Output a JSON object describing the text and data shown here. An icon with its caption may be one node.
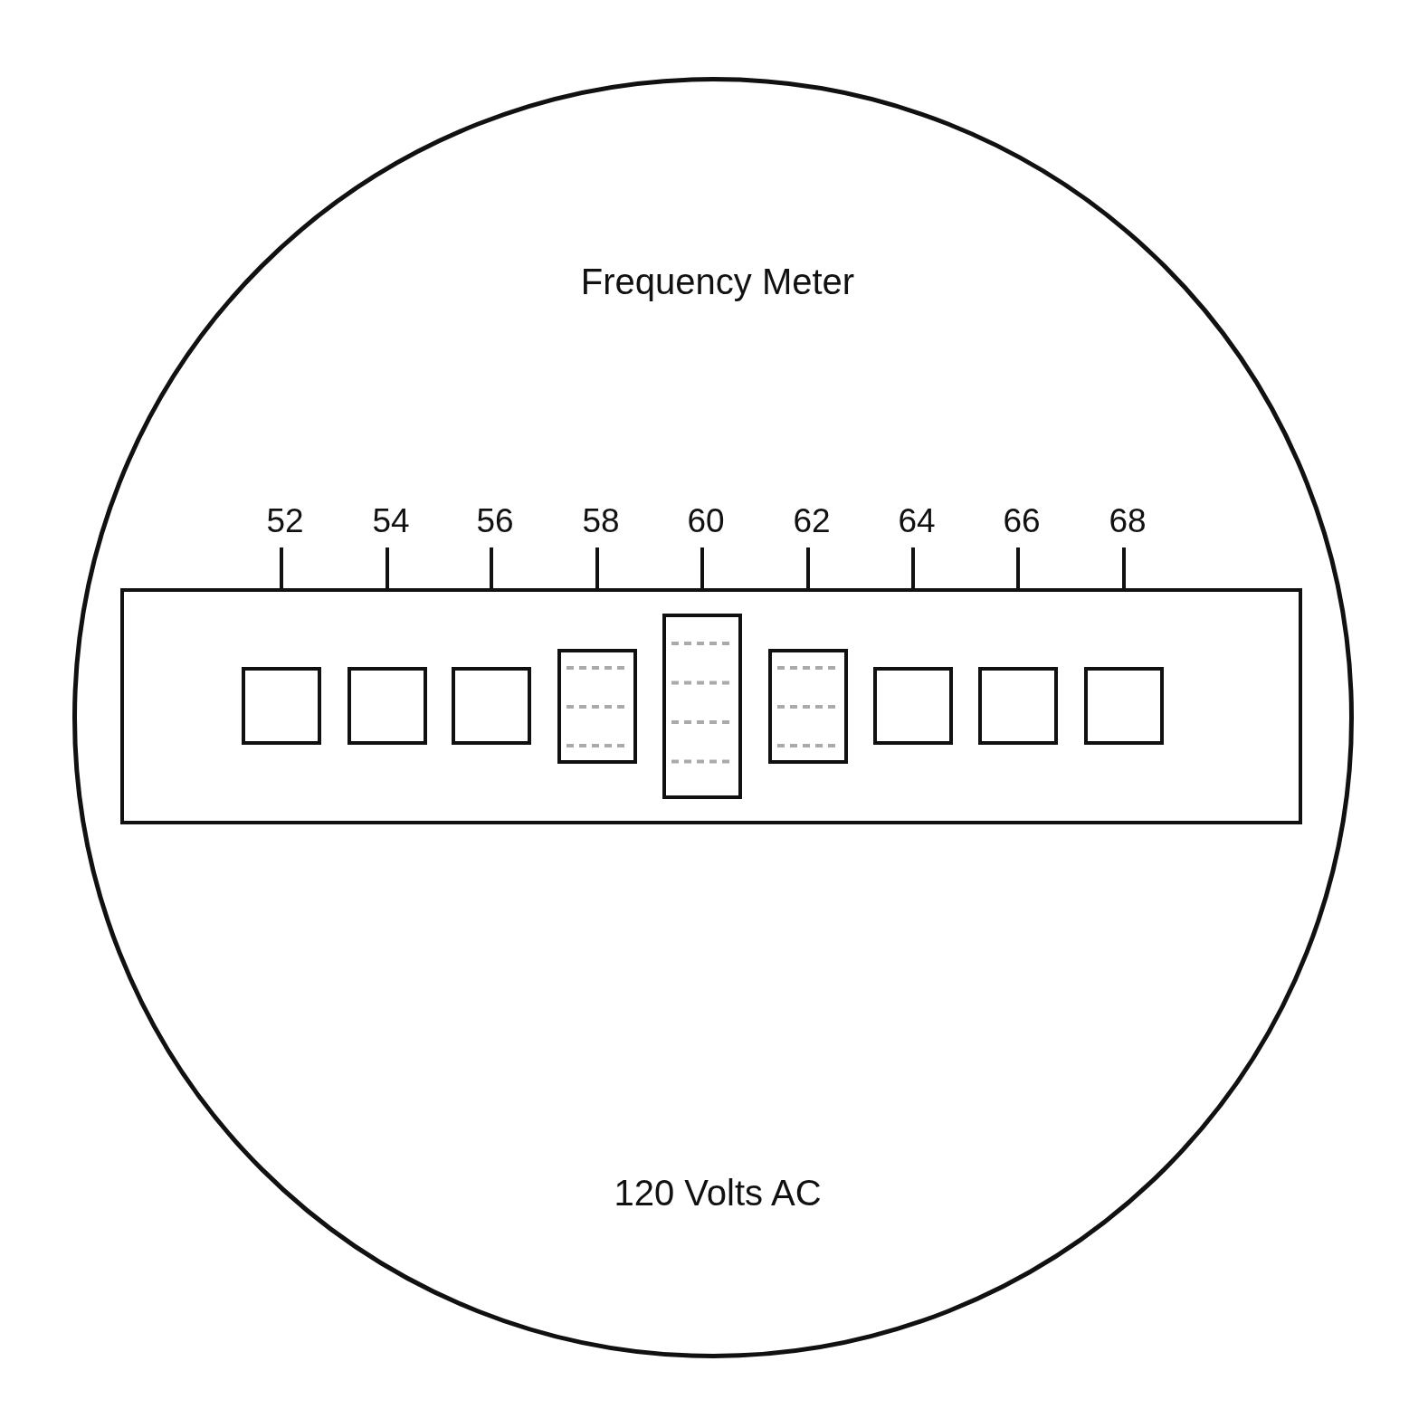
{
  "diagram": {
    "nodes": [
      {
        "text": [
          "Frequency Meter",
          "120 Volts AC"
        ]
      },
      {
        "text": [],
        "shape": "box",
        "in": 0
      },
      {
        "text": [],
        "shape": "box",
        "in": 1
      },
      {
        "text": [],
        "shape": "box",
        "in": 1
      },
      {
        "text": [],
        "shape": "box",
        "in": 1
      },
      {
        "text": [],
        "shape": "box",
        "in": 1
      },
      {
        "text": [],
        "shape": "box",
        "in": 1
      },
      {
        "text": [],
        "shape": "box",
        "in": 1
      },
      {
        "text": [],
        "shape": "box",
        "in": 1
      },
      {
        "text": [],
        "shape": "box",
        "in": 1
      },
      {
        "text": [],
        "shape": "box",
        "in": 1
      }
    ],
    "edges": [],
    "labels": [
      "52",
      "54",
      "56",
      "58",
      "60",
      "62",
      "64",
      "66",
      "68"
    ]
  }
}
